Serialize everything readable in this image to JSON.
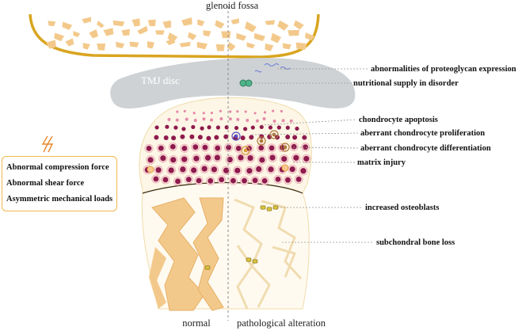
{
  "labels": {
    "top": "glenoid fossa",
    "disc": "TMJ disc",
    "bottom_left": "normal",
    "bottom_right": "pathological alteration"
  },
  "annotations": [
    "abnormalities of proteoglycan expression",
    "nutritional supply in disorder",
    "chondrocyte apoptosis",
    "aberrant chondrocyte proliferation",
    "aberrant chondrocyte differentiation",
    "matrix injury",
    "increased osteoblasts",
    "subchondral bone loss"
  ],
  "forces": [
    "Abnormal compression force",
    "Abnormal shear  force",
    "Asymmetric mechanical loads"
  ],
  "icons": {
    "lightning": "lightning-bolt-icon"
  },
  "colors": {
    "bone_fill": "#f3c98b",
    "bone_outline": "#d9a520",
    "cartilage_fill": "#fdf6e6",
    "disc_fill": "#cfd2d4",
    "cell_dark": "#8e1b4d",
    "cell_pink": "#e58aa8",
    "force_border": "#f0b84a",
    "lightning": "#e8862b"
  }
}
